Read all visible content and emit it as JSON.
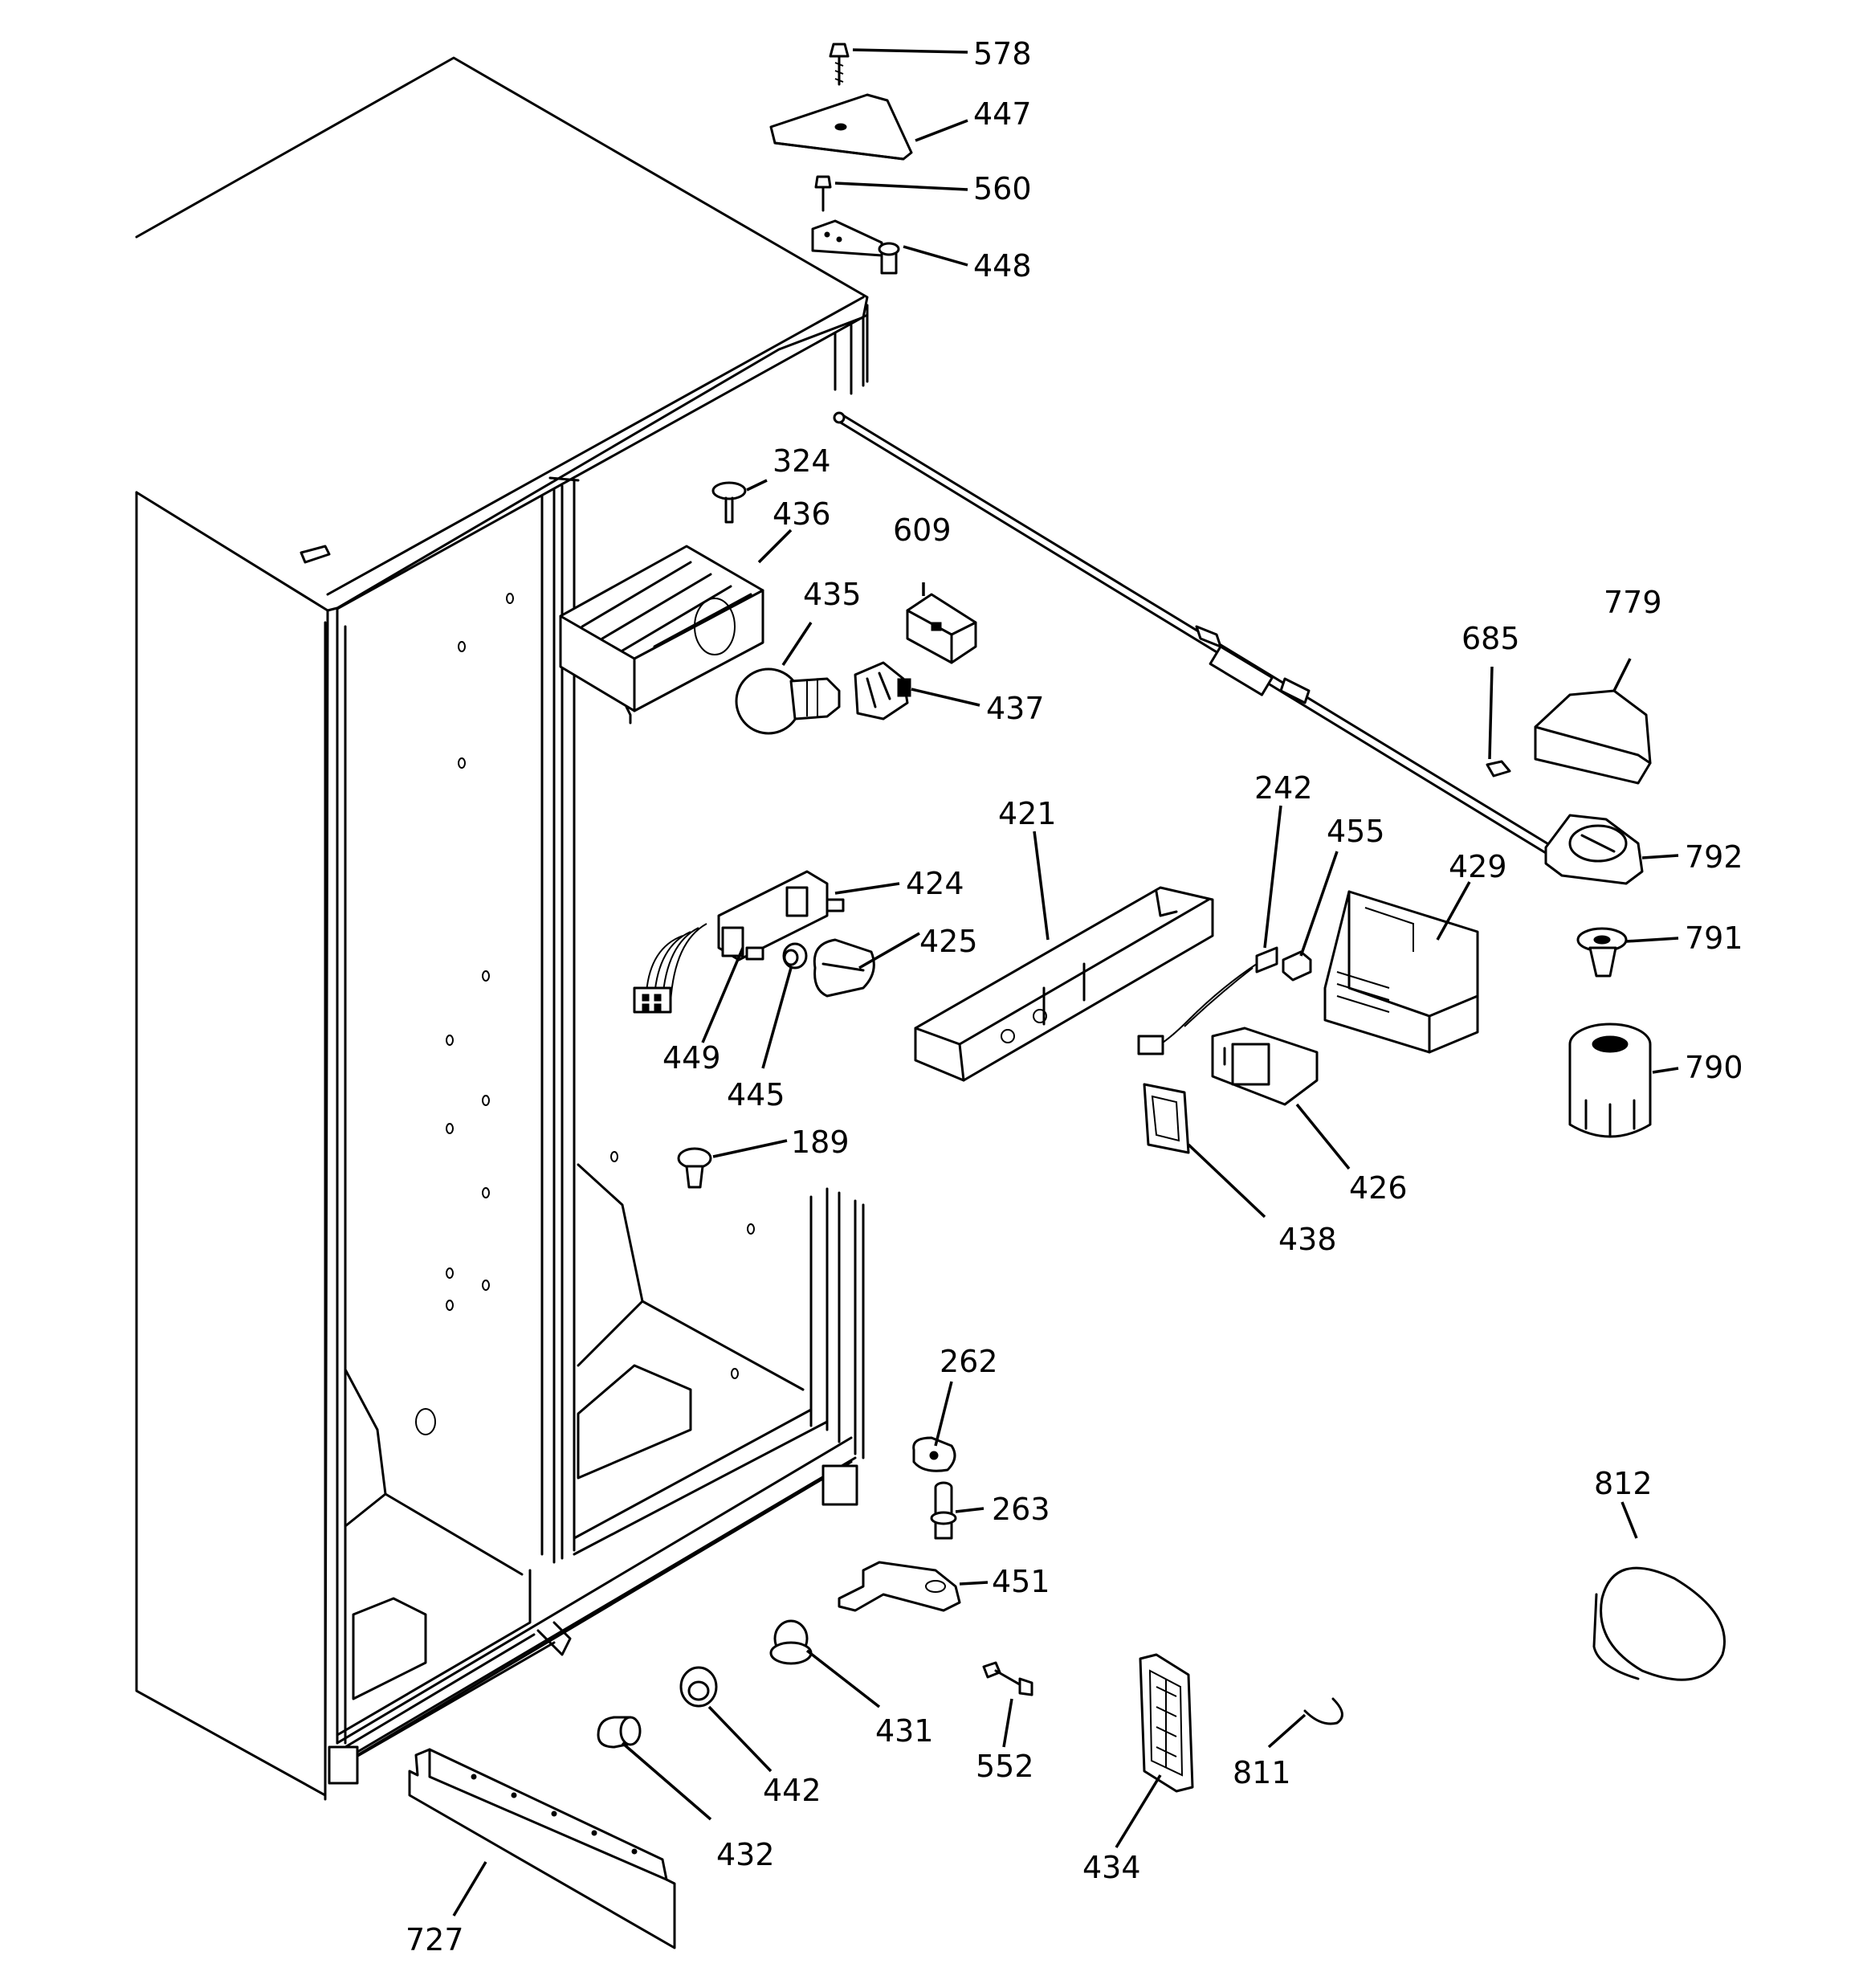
{
  "callouts": {
    "c578": "578",
    "c447": "447",
    "c560": "560",
    "c448": "448",
    "c324": "324",
    "c436": "436",
    "c609": "609",
    "c435": "435",
    "c437": "437",
    "c779": "779",
    "c685": "685",
    "c242": "242",
    "c455": "455",
    "c421": "421",
    "c429": "429",
    "c792": "792",
    "c424": "424",
    "c425": "425",
    "c791": "791",
    "c790": "790",
    "c449": "449",
    "c445": "445",
    "c189": "189",
    "c426": "426",
    "c438": "438",
    "c262": "262",
    "c263": "263",
    "c451": "451",
    "c812": "812",
    "c431": "431",
    "c552": "552",
    "c442": "442",
    "c811": "811",
    "c434": "434",
    "c432": "432",
    "c727": "727"
  }
}
